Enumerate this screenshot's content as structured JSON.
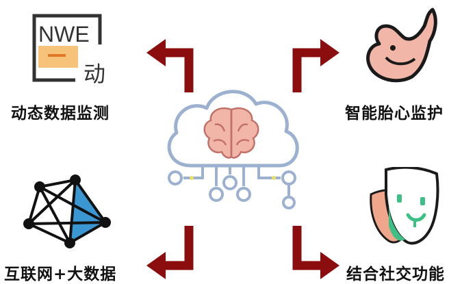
{
  "features": {
    "top_left": {
      "label": "动态数据监测",
      "icon": "dynamic-data-monitor-icon",
      "icon_text_nwe": "NWE",
      "icon_text_char": "动"
    },
    "top_right": {
      "label": "智能胎心监护",
      "icon": "fetus-heart-monitor-icon"
    },
    "bottom_left": {
      "label": "互联网+大数据",
      "icon": "network-bigdata-icon"
    },
    "bottom_right": {
      "label": "结合社交功能",
      "icon": "social-masks-icon"
    }
  },
  "center": {
    "icon": "cloud-brain-icon"
  },
  "colors": {
    "arrow": "#8b0d0d",
    "cloud_stroke": "#9bb1cf",
    "brain_fill": "#f2b6a8",
    "brain_stroke": "#c2716a",
    "network_fill": "#3a97d2",
    "face_green": "#3dbf86",
    "face_peach": "#f0a68a",
    "monitor_orange": "#f7c27a"
  }
}
